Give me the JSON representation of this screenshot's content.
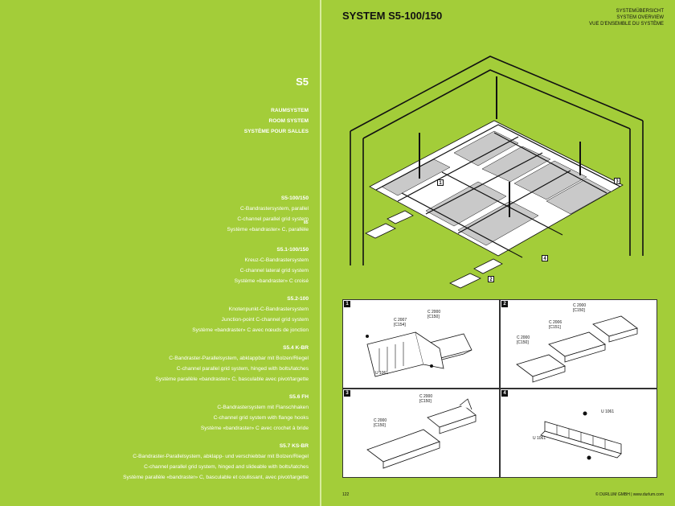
{
  "left": {
    "section_code": "S5",
    "room_system": [
      "RAUMSYSTEM",
      "ROOM SYSTEM",
      "SYSTÈME POUR SALLES"
    ],
    "page_marker": "85",
    "systems": [
      {
        "code": "S5-100/150",
        "lines": [
          "C-Bandrastersystem, parallel",
          "C-channel parallel grid system",
          "Système «bandraster» C, parallèle"
        ]
      },
      {
        "code": "S5.1-100/150",
        "lines": [
          "Kreuz-C-Bandrastersystem",
          "C-channel lateral grid system",
          "Système «bandraster» C croisé"
        ]
      },
      {
        "code": "S5.2-100",
        "lines": [
          "Knotenpunkt-C-Bandrastersystem",
          "Junction-point C-channel grid system",
          "Système «bandraster» C avec nœuds de jonction"
        ]
      },
      {
        "code": "S5.4 K-BR",
        "lines": [
          "C-Bandraster-Parallelsystem, abklappbar mit Bolzen/Riegel",
          "C-channel parallel grid system, hinged with bolts/latches",
          "Système parallèle «bandraster» C, basculable avec pivot/targette"
        ]
      },
      {
        "code": "S5.6 FH",
        "lines": [
          "C-Bandrastersystem mit Flanschhaken",
          "C-channel grid system with flange hooks",
          "Système «bandraster» C avec crochet à bride"
        ]
      },
      {
        "code": "S5.7 KS-BR",
        "lines": [
          "C-Bandraster-Parallelsystem, abklapp- und verschiebbar mit Bolzen/Riegel",
          "C-channel parallel grid system, hinged and slideable with bolts/latches",
          "Système parallèle «bandraster» C, basculable et coulissant, avec pivot/targette"
        ]
      }
    ]
  },
  "right": {
    "title": "SYSTEM S5-100/150",
    "overview": [
      "SYSTEMÜBERSICHT",
      "SYSTEM OVERVIEW",
      "VUE D'ENSEMBLE DU SYSTÈME"
    ],
    "markers": [
      "1",
      "2",
      "3",
      "4"
    ],
    "panels": [
      {
        "num": "1",
        "labels": [
          "C 2007\n[C154]",
          "C 2000\n[C150]",
          "U 1061"
        ]
      },
      {
        "num": "2",
        "labels": [
          "C 2000\n[C150]",
          "C 2006\n[C151]",
          "C 2000\n[C150]"
        ]
      },
      {
        "num": "3",
        "labels": [
          "C 2000\n[C150]",
          "C 2000\n[C150]"
        ]
      },
      {
        "num": "4",
        "labels": [
          "U 1061",
          "U 1061"
        ]
      }
    ],
    "page_number": "122",
    "footer": "© DURLUM GMBH  |  www.durlum.com"
  },
  "colors": {
    "background": "#a3cd39",
    "divider": "#d8ec9c",
    "text_white": "#ffffff"
  }
}
